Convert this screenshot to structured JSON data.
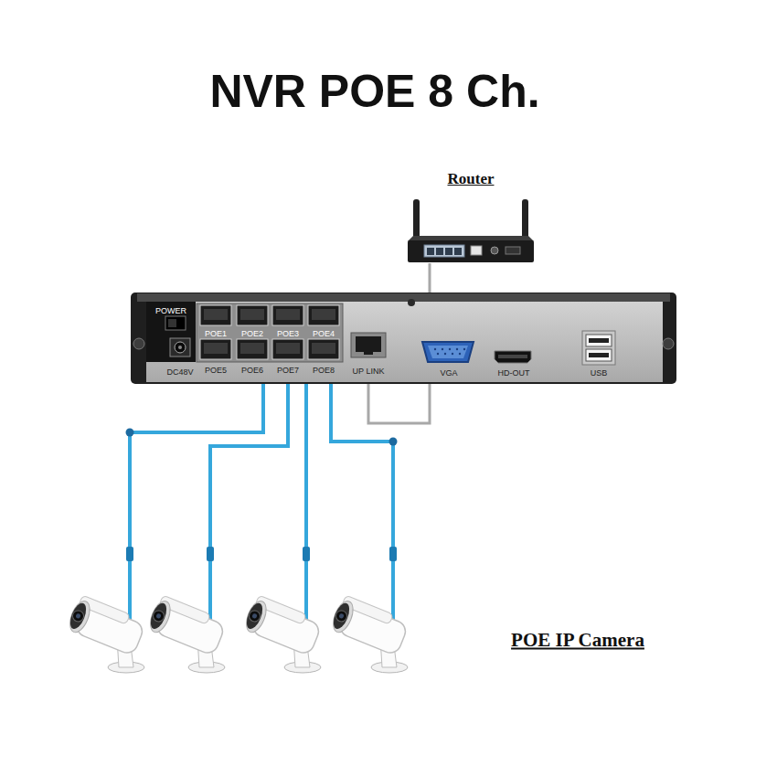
{
  "diagram": {
    "title": "NVR POE 8 Ch.",
    "nodes": [
      {
        "text": [
          "Router"
        ]
      },
      {
        "text": [
          "UP LINK"
        ]
      }
    ],
    "edges": [
      {
        "from": 1,
        "to": 0,
        "arrow": "none"
      }
    ],
    "labels": [
      "POWER",
      "POE1",
      "POE2",
      "POE3",
      "POE4",
      "POE5",
      "POE6",
      "POE7",
      "POE8",
      "DC48V",
      "VGA",
      "HD-OUT",
      "USB",
      "POE IP Camera"
    ]
  }
}
